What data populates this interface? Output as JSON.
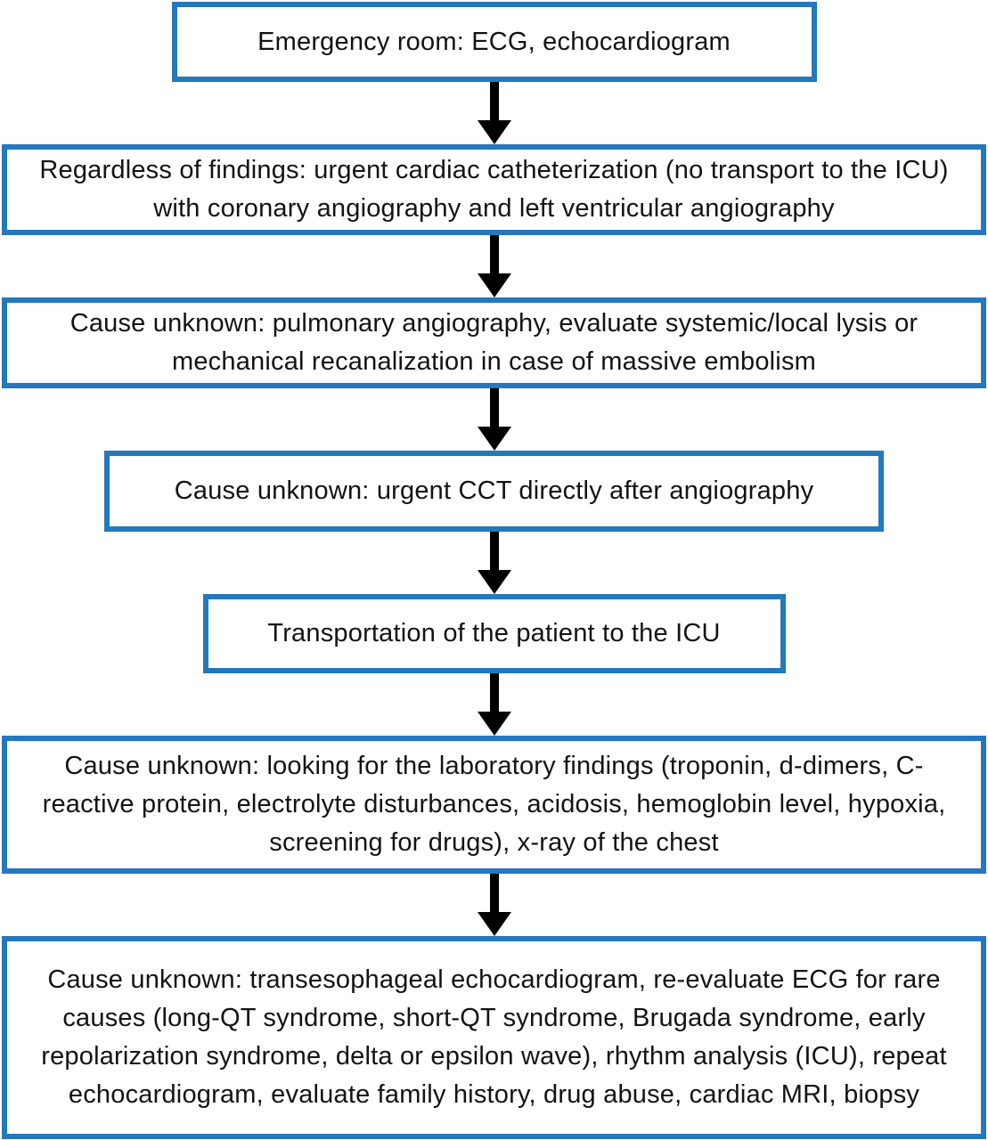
{
  "diagram": {
    "type": "flowchart",
    "accent_color": "#2478bd",
    "arrow_color": "#000000",
    "background_color": "#ffffff",
    "boxes": [
      {
        "id": "emergency-room",
        "text": "Emergency room: ECG, echocardiogram"
      },
      {
        "id": "cardiac-catheterization",
        "text": "Regardless of findings: urgent cardiac catheterization (no transport to the ICU) with coronary angiography and left ventricular angiography"
      },
      {
        "id": "pulmonary-angiography",
        "text": "Cause unknown: pulmonary angiography, evaluate systemic/local lysis or mechanical recanalization in case of massive embolism"
      },
      {
        "id": "urgent-cct",
        "text": "Cause unknown: urgent CCT directly after angiography"
      },
      {
        "id": "transport-icu",
        "text": "Transportation of the patient to the ICU"
      },
      {
        "id": "laboratory-findings",
        "text": "Cause unknown: looking for the laboratory findings (troponin, d-dimers, C-reactive protein, electrolyte disturbances, acidosis, hemoglobin level, hypoxia, screening for drugs), x-ray of the chest"
      },
      {
        "id": "rare-causes",
        "text": "Cause unknown: transesophageal echocardiogram, re-evaluate ECG for rare causes (long-QT syndrome, short-QT syndrome, Brugada syndrome, early repolarization syndrome, delta or epsilon wave), rhythm analysis (ICU), repeat echocardiogram, evaluate family history, drug abuse, cardiac MRI, biopsy"
      }
    ]
  }
}
